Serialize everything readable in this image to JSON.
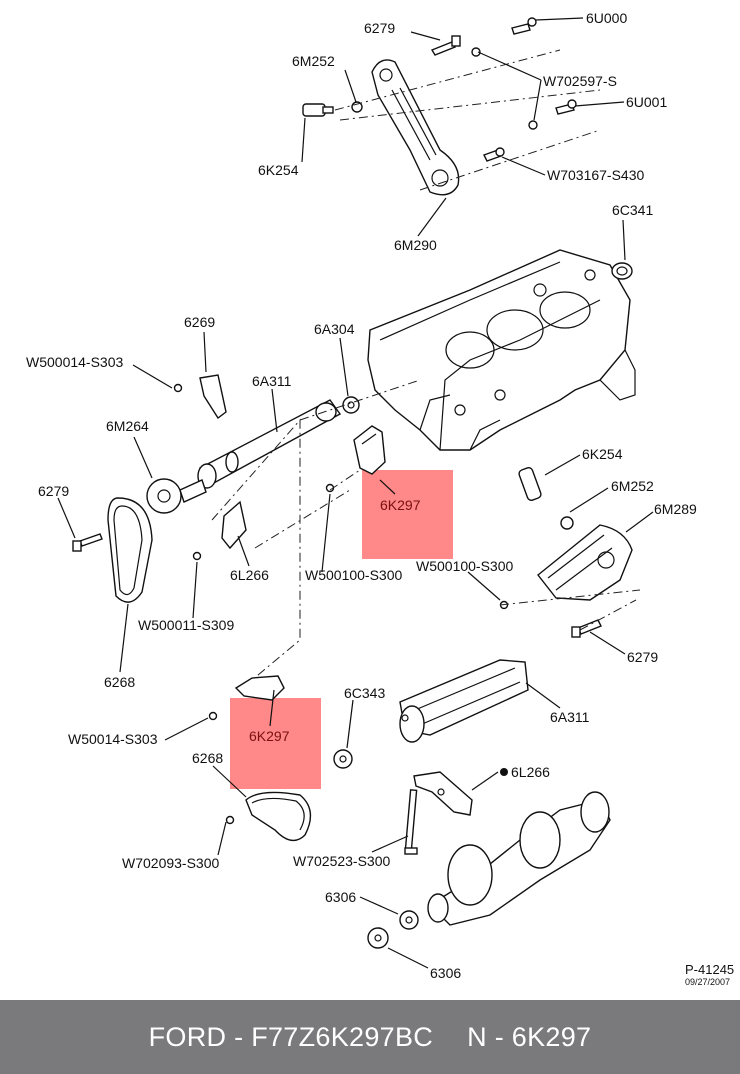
{
  "diagram": {
    "labels": [
      "6279",
      "6U000",
      "6M252",
      "W702597-S",
      "6U001",
      "6K254",
      "W703167-S430",
      "6M290",
      "6C341",
      "6269",
      "6A304",
      "W500014-S303",
      "6A311",
      "6M264",
      "6279",
      "6K254",
      "6M252",
      "6M289",
      "6K297",
      "W500100-S300",
      "W500100-S300",
      "6L266",
      "W500011-S309",
      "6279",
      "6268",
      "6C343",
      "6A311",
      "W50014-S303",
      "6K297",
      "6268",
      "6L266",
      "W702093-S300",
      "W702523-S300",
      "6306",
      "6306"
    ],
    "highlighted_part": "6K297",
    "drawing_number": "P-41245",
    "drawing_date": "09/27/2007",
    "highlight_color": "#ff7b7b"
  },
  "footer": {
    "brand_part": "FORD - F77Z6K297BC",
    "ref": "N - 6K297",
    "background": "#7a7a7c"
  }
}
